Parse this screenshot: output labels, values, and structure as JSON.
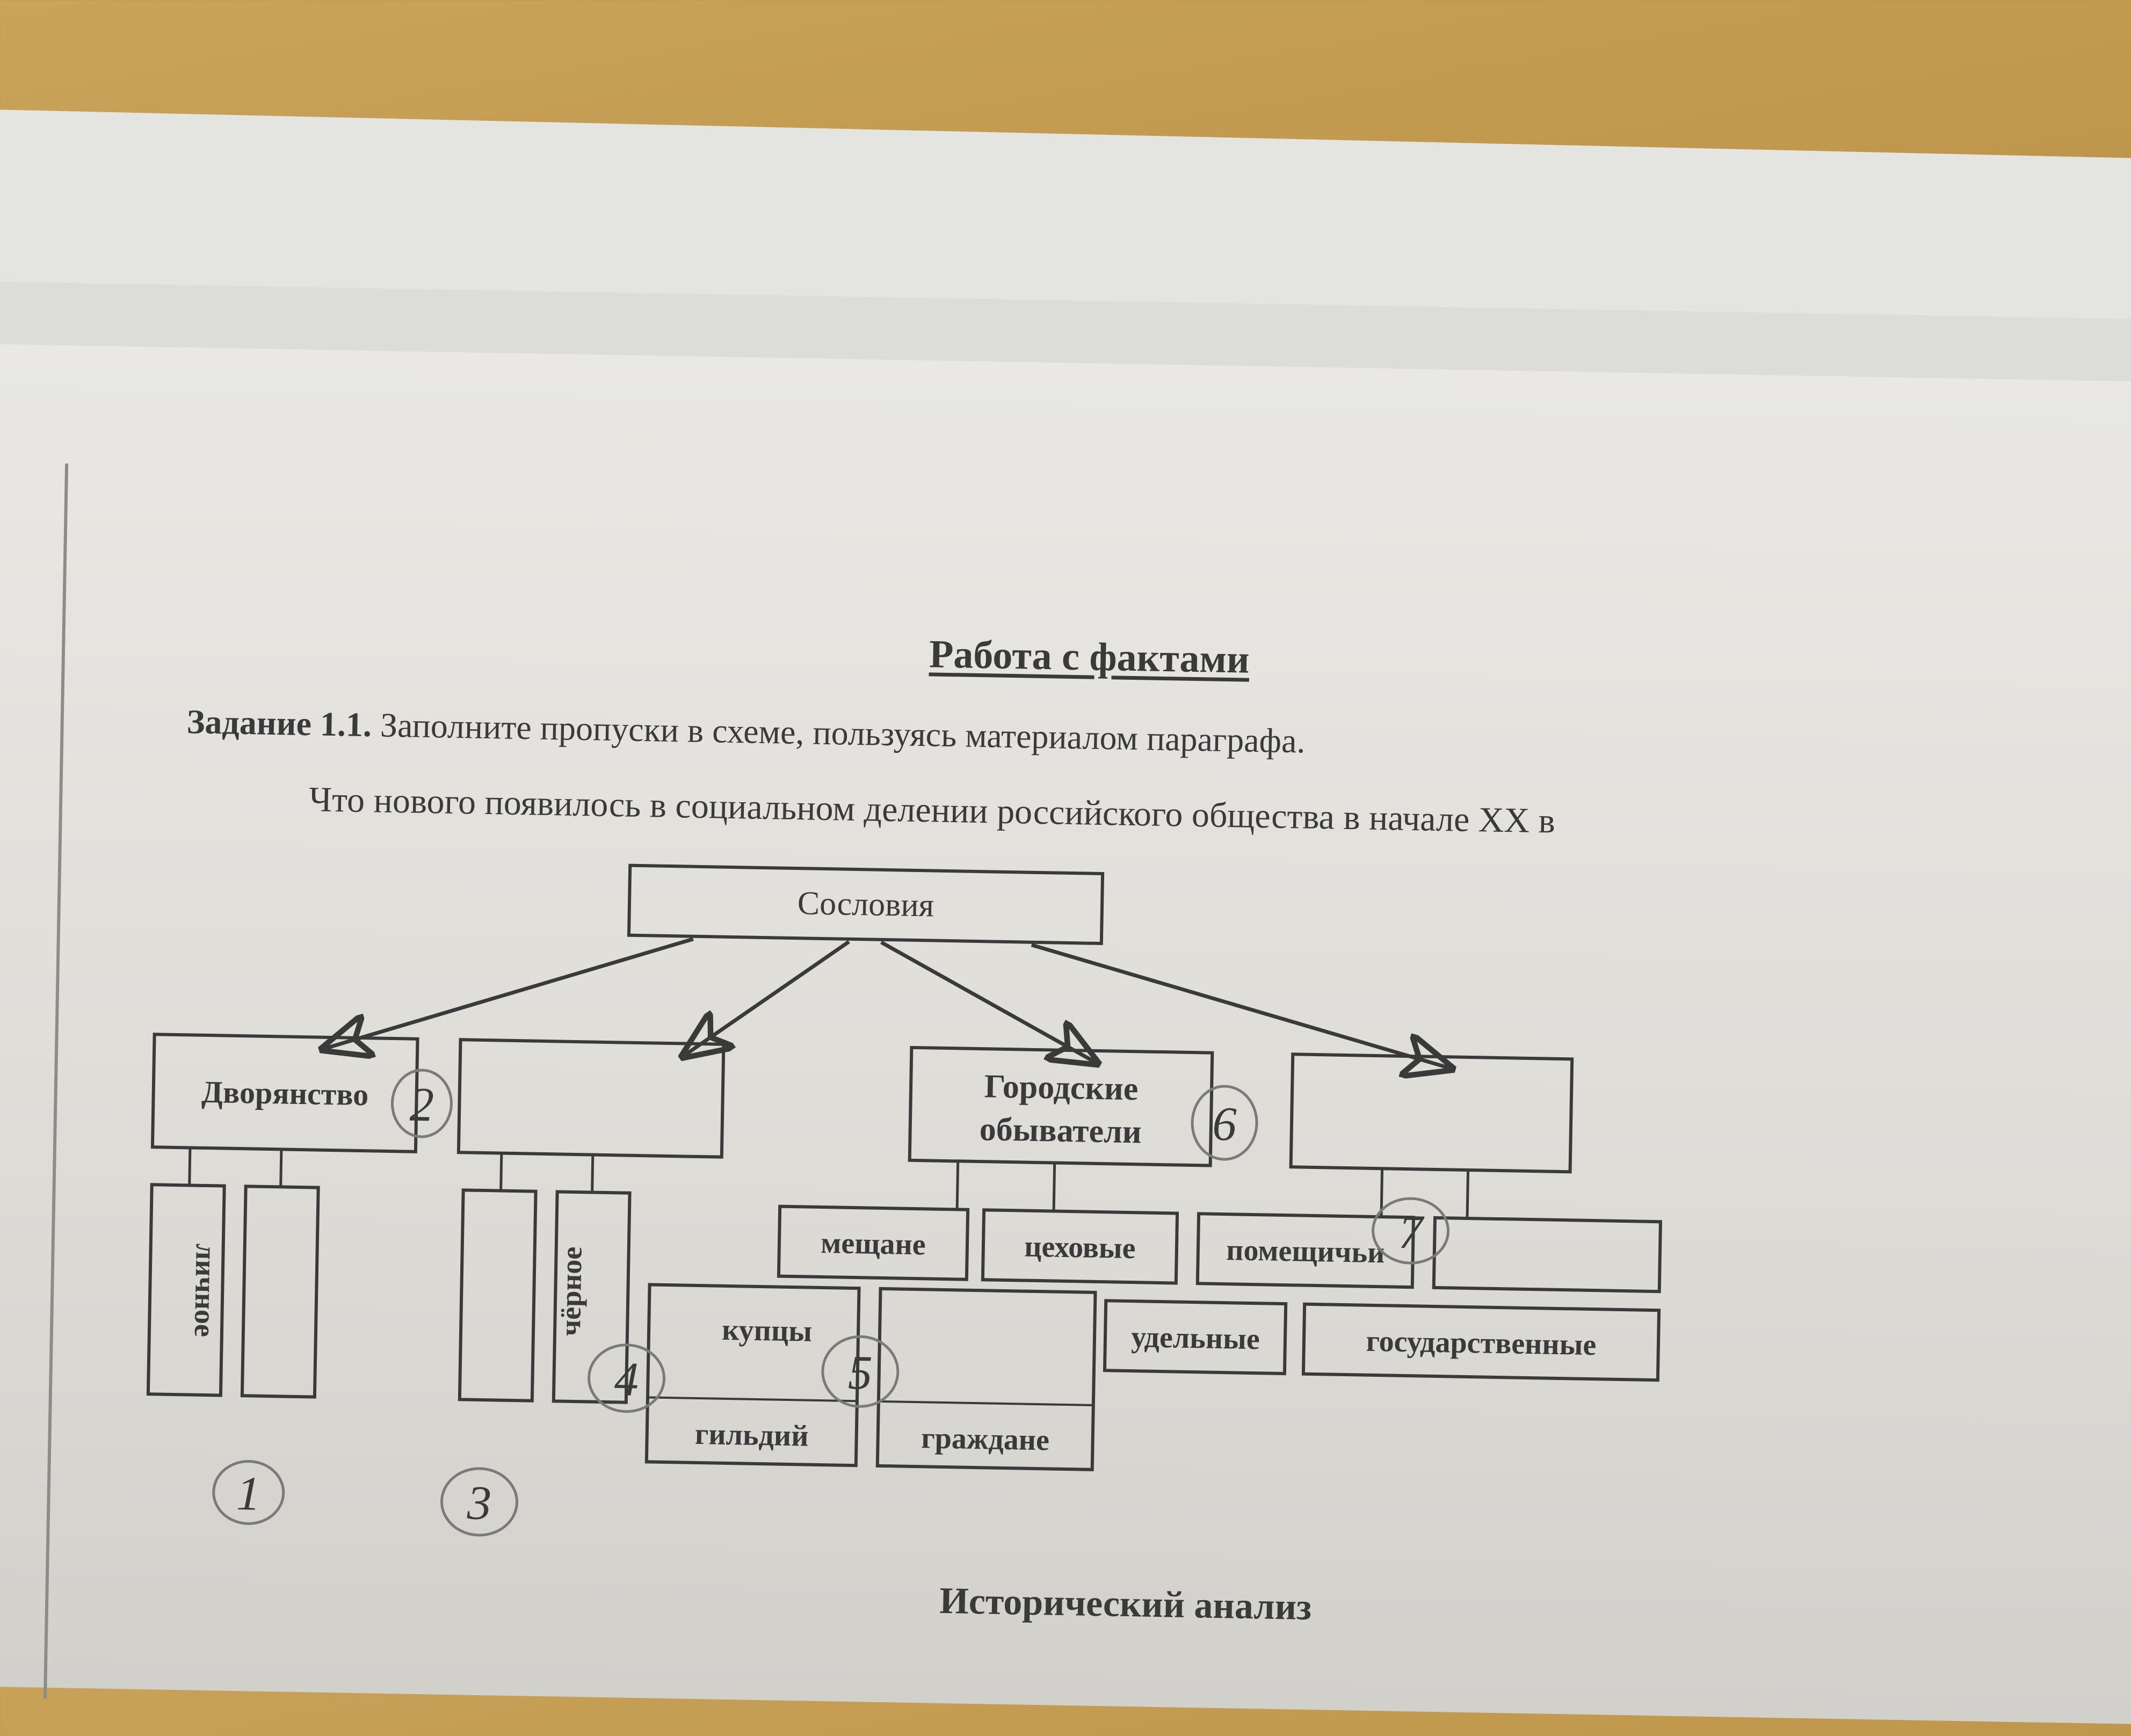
{
  "heading": "Работа с фактами",
  "task": {
    "number": "Задание 1.1.",
    "instruction": "Заполните пропуски в схеме, пользуясь материалом параграфа."
  },
  "question": "Что нового появилось в социальном делении российского общества в начале XX в",
  "diagram": {
    "root": "Сословия",
    "nobility": "Дворянство",
    "nobility_personal": "личное",
    "peasant_black": "чёрное",
    "urban_line1": "Городские",
    "urban_line2": "обыватели",
    "burghers": "мещане",
    "guild_craftsmen": "цеховые",
    "merchants": "купцы",
    "guilds": "гильдий",
    "citizens": "граждане",
    "landlord": "помещичьи",
    "appanage": "удельные",
    "state": "государственные"
  },
  "annotations": {
    "n1": "1",
    "n2": "2",
    "n3": "3",
    "n4": "4",
    "n5": "5",
    "n6": "6",
    "n7": "7"
  },
  "footer_heading": "Исторический анализ",
  "colors": {
    "ink": "#3a3a3a",
    "paper": "#e9e8e4",
    "pencil": "#7a7a7a",
    "wood": "#b98f45"
  }
}
